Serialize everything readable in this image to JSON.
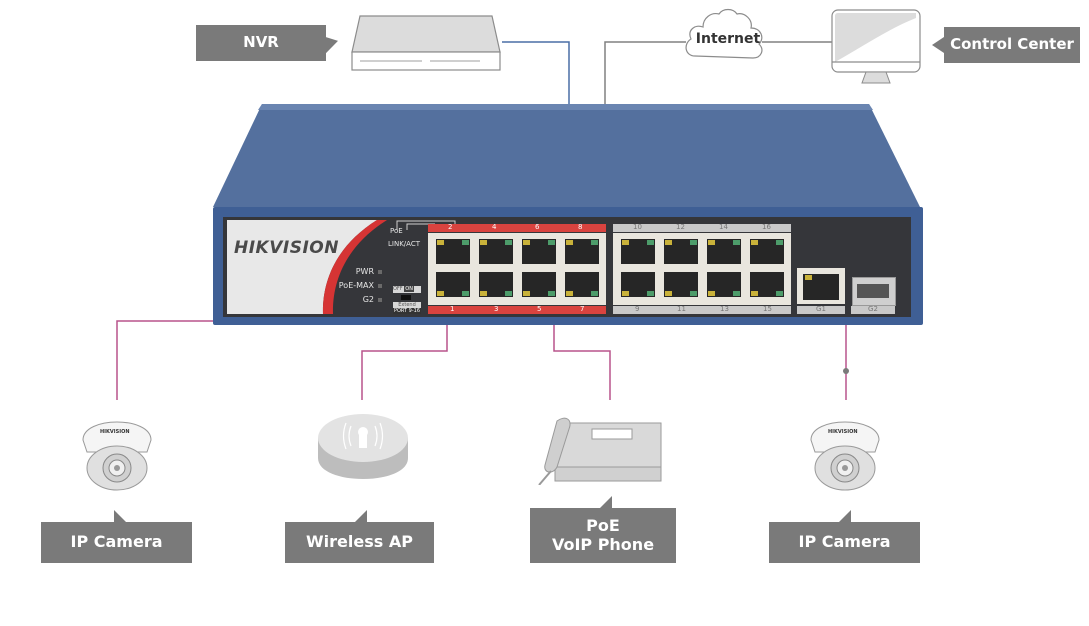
{
  "diagram": {
    "title_hidden": null,
    "nodes": {
      "nvr": {
        "label": "NVR",
        "icon": "nvr-icon"
      },
      "internet": {
        "label": "Internet",
        "icon": "cloud-icon"
      },
      "control_center": {
        "label": "Control Center",
        "icon": "monitor-icon"
      },
      "ip_camera_left": {
        "label": "IP Camera",
        "icon": "dome-camera-icon",
        "camera_brand": "HIKVISION"
      },
      "wireless_ap": {
        "label": "Wireless AP",
        "icon": "wireless-ap-icon"
      },
      "voip_phone": {
        "label_line1": "PoE",
        "label_line2": "VoIP Phone",
        "icon": "phone-icon"
      },
      "ip_camera_right": {
        "label": "IP Camera",
        "icon": "dome-camera-icon",
        "camera_brand": "HIKVISION"
      }
    },
    "switch": {
      "brand": "HIKVISION",
      "leds": [
        "PWR",
        "PoE-MAX",
        "G2"
      ],
      "legend_poe": "PoE",
      "legend_link": "LINK/ACT",
      "dip_switch_off": "OFF",
      "dip_switch_on": "ON",
      "extend_label": "Extend",
      "extend_ports": "PORT 9-16",
      "top_ports_red": [
        "2",
        "4",
        "6",
        "8"
      ],
      "bottom_ports_red": [
        "1",
        "3",
        "5",
        "7"
      ],
      "top_ports_gray": [
        "10",
        "12",
        "14",
        "16"
      ],
      "bottom_ports_gray": [
        "9",
        "11",
        "13",
        "15"
      ],
      "uplinks": [
        "G1",
        "G2"
      ],
      "colors": {
        "chassis": "#3f5f95",
        "panel": "#35363a",
        "poe_bar": "#d9433f",
        "non_poe_bar": "#c9c9c9"
      }
    },
    "colors": {
      "label_bg": "#7a7a7a",
      "uplink_line": "#4a6fa5",
      "internet_line": "#808080",
      "poe_line": "#b8548c"
    }
  }
}
